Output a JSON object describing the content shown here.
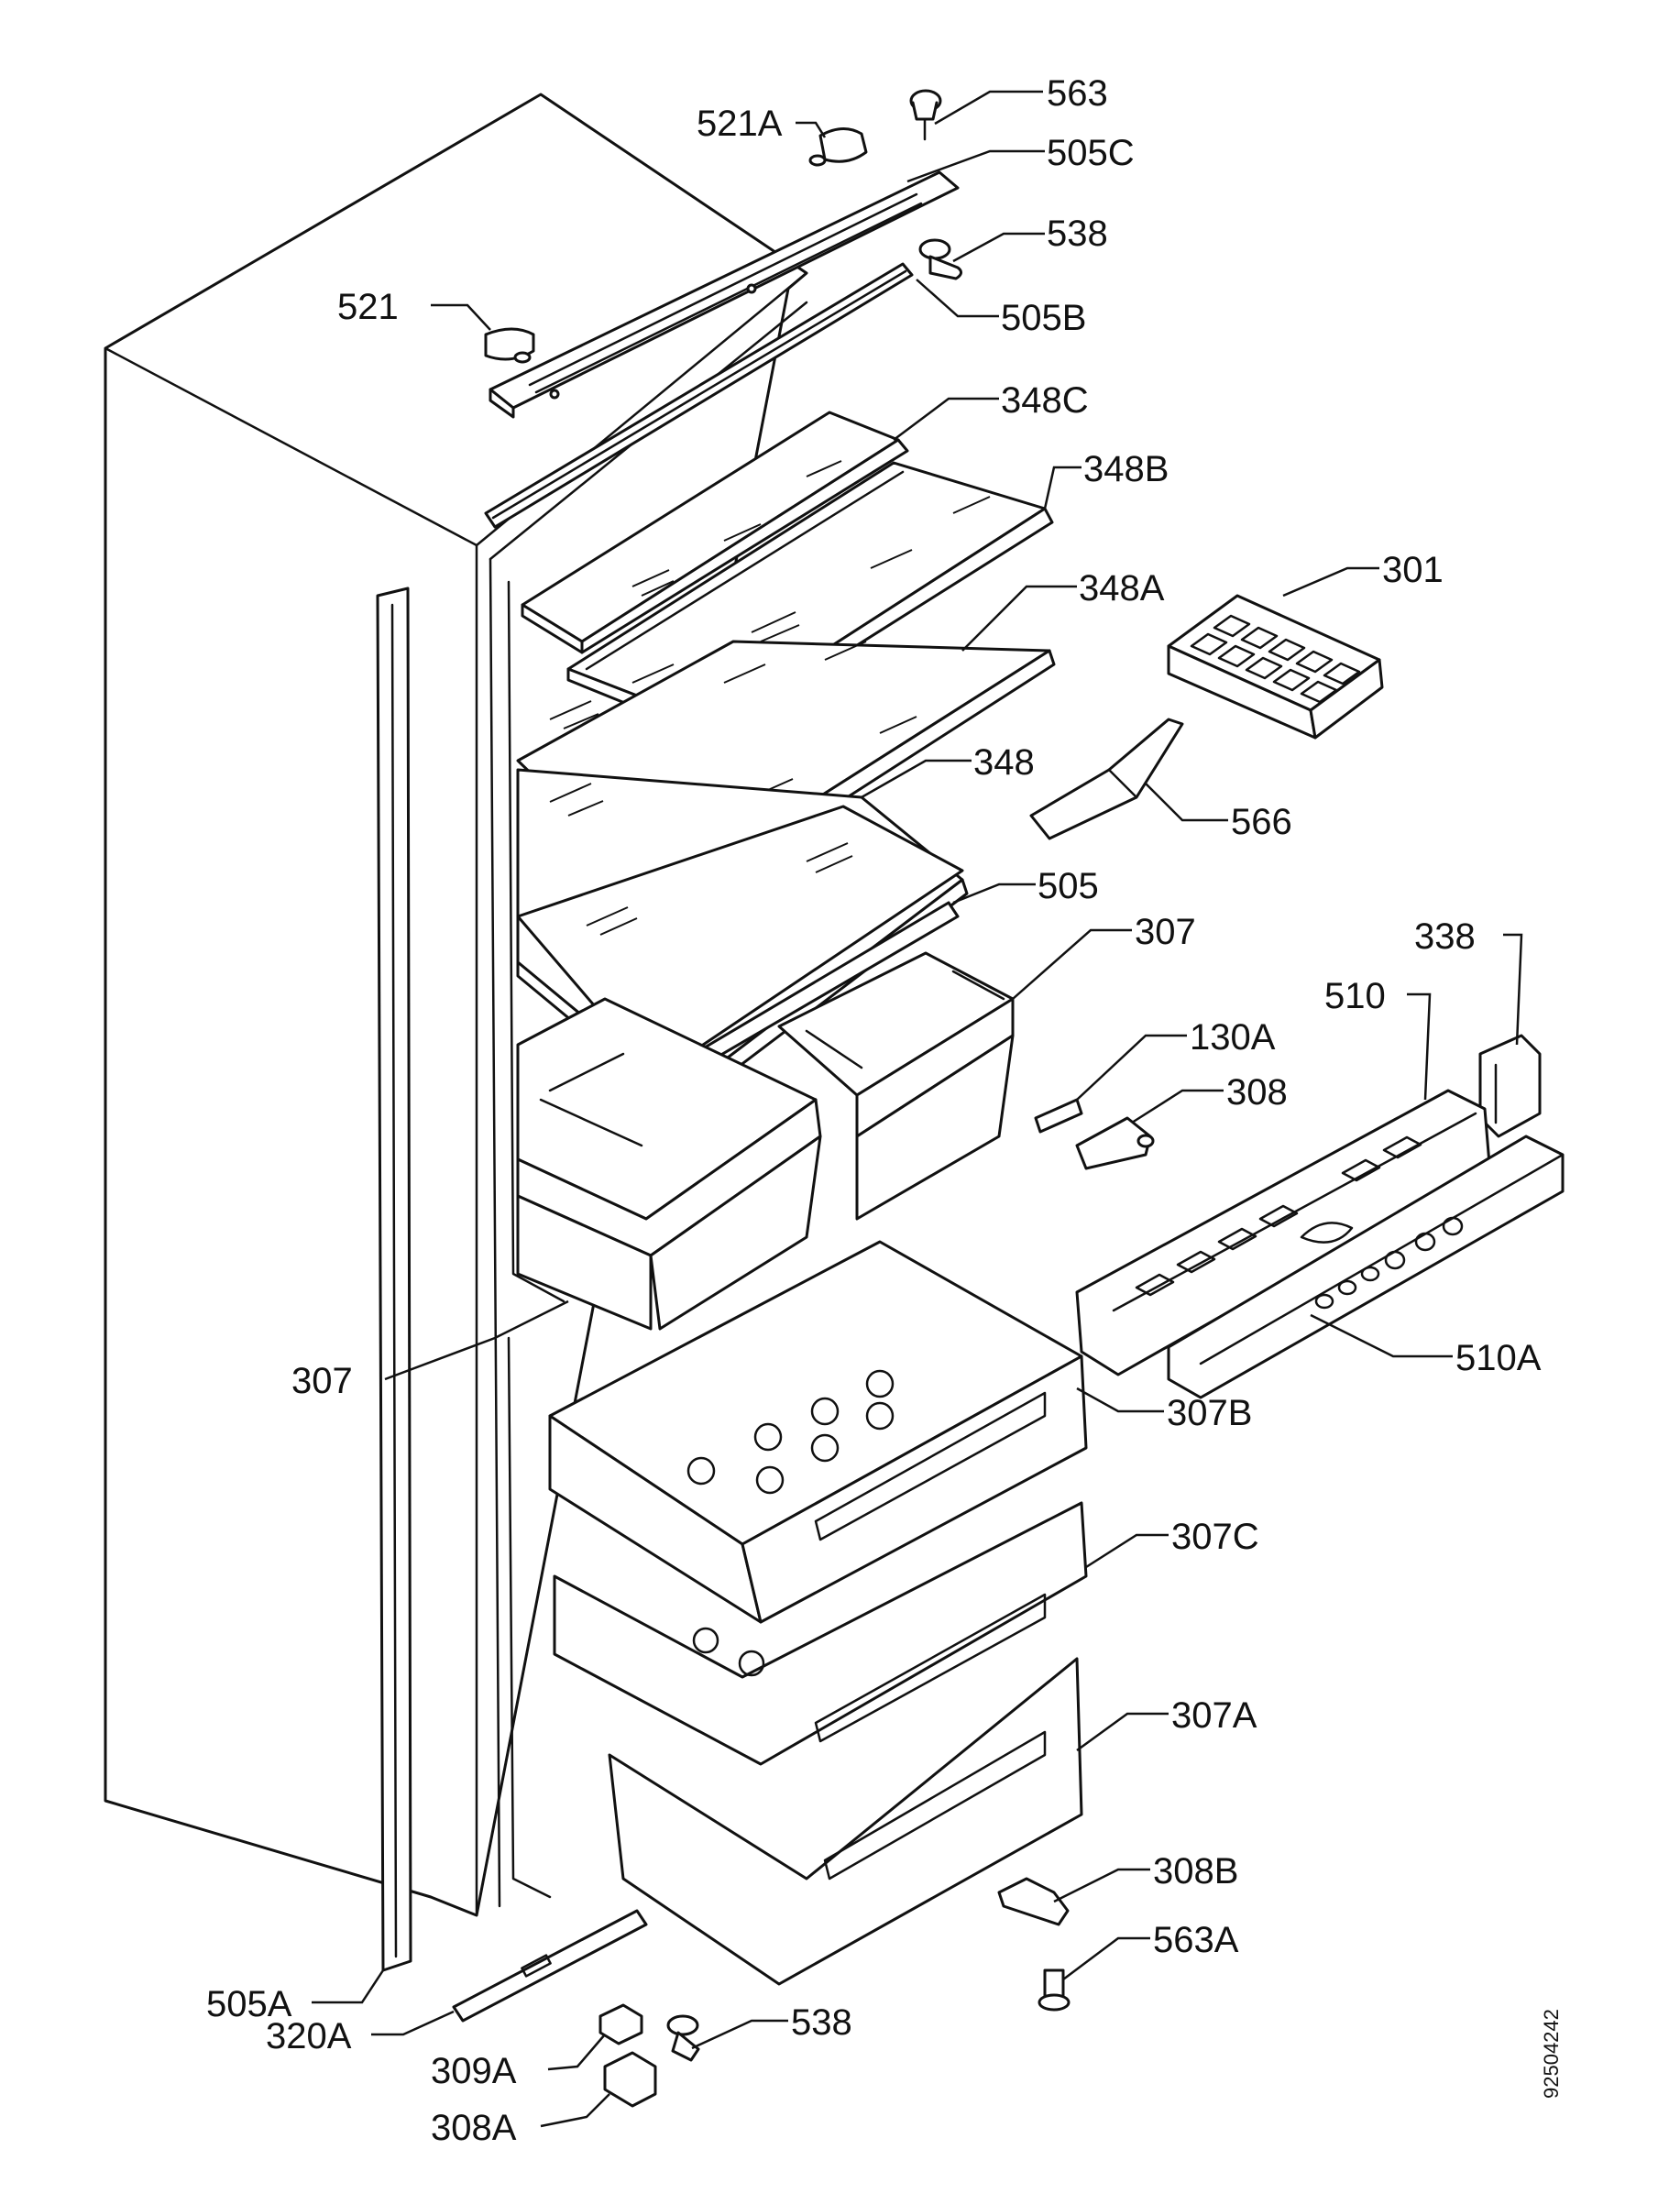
{
  "drawing_id": "92504242",
  "labels": {
    "p563": "563",
    "p521a": "521A",
    "p505c": "505C",
    "p538_top": "538",
    "p521": "521",
    "p505b": "505B",
    "p348c": "348C",
    "p348b": "348B",
    "p301": "301",
    "p348a": "348A",
    "p348": "348",
    "p566": "566",
    "p505": "505",
    "p307_right": "307",
    "p338": "338",
    "p510": "510",
    "p130a": "130A",
    "p308": "308",
    "p307_left": "307",
    "p510a": "510A",
    "p307b": "307B",
    "p307c": "307C",
    "p307a": "307A",
    "p308b": "308B",
    "p563a": "563A",
    "p505a": "505A",
    "p320a": "320A",
    "p538_bottom": "538",
    "p309a": "309A",
    "p308a": "308A"
  }
}
